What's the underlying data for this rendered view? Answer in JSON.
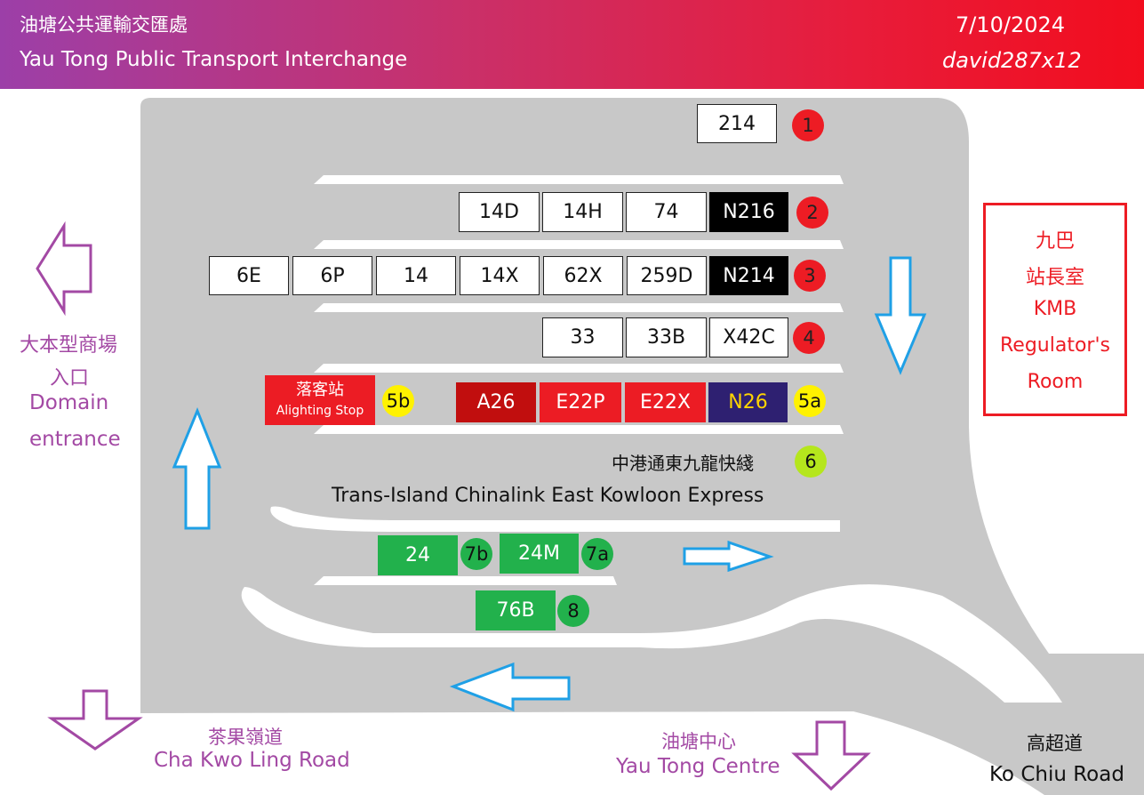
{
  "header": {
    "title_zh": "油塘公共運輸交匯處",
    "title_en": "Yau Tong Public Transport Interchange",
    "date": "7/10/2024",
    "author": "david287x12"
  },
  "colors": {
    "road": "#c8c8c8",
    "arrow_blue": "#1fa0e6",
    "arrow_purple": "#a349a4",
    "kmb_red": "#ed1c24",
    "route_green": "#22b14c"
  },
  "bays": {
    "b1": {
      "number": "1",
      "routes": [
        {
          "label": "214"
        }
      ]
    },
    "b2": {
      "number": "2",
      "routes": [
        {
          "label": "14D"
        },
        {
          "label": "14H"
        },
        {
          "label": "74"
        },
        {
          "label": "N216"
        }
      ]
    },
    "b3": {
      "number": "3",
      "routes": [
        {
          "label": "6E"
        },
        {
          "label": "6P"
        },
        {
          "label": "14"
        },
        {
          "label": "14X"
        },
        {
          "label": "62X"
        },
        {
          "label": "259D"
        },
        {
          "label": "N214"
        }
      ]
    },
    "b4": {
      "number": "4",
      "routes": [
        {
          "label": "33"
        },
        {
          "label": "33B"
        },
        {
          "label": "X42C"
        }
      ]
    },
    "b5a": {
      "number": "5a",
      "routes": [
        {
          "label": "A26"
        },
        {
          "label": "E22P"
        },
        {
          "label": "E22X"
        },
        {
          "label": "N26"
        }
      ]
    },
    "b5b": {
      "number": "5b",
      "name_zh": "落客站",
      "name_en": "Alighting Stop"
    },
    "b6": {
      "number": "6",
      "name_zh": "中港通東九龍快綫",
      "name_en": "Trans-Island Chinalink East Kowloon Express"
    },
    "b7a": {
      "number": "7a",
      "routes": [
        {
          "label": "24M"
        }
      ]
    },
    "b7b": {
      "number": "7b",
      "routes": [
        {
          "label": "24"
        }
      ]
    },
    "b8": {
      "number": "8",
      "routes": [
        {
          "label": "76B"
        }
      ]
    }
  },
  "labels": {
    "domain_zh1": "大本型商場",
    "domain_zh2": "入口",
    "domain_en1": "Domain",
    "domain_en2": "entrance",
    "kmb_zh1": "九巴",
    "kmb_zh2": "站長室",
    "kmb_en1": "KMB",
    "kmb_en2": "Regulator's",
    "kmb_en3": "Room",
    "ckl_zh": "茶果嶺道",
    "ckl_en": "Cha Kwo Ling Road",
    "ytc_zh": "油塘中心",
    "ytc_en": "Yau Tong Centre",
    "kc_zh": "高超道",
    "kc_en": "Ko Chiu Road"
  }
}
